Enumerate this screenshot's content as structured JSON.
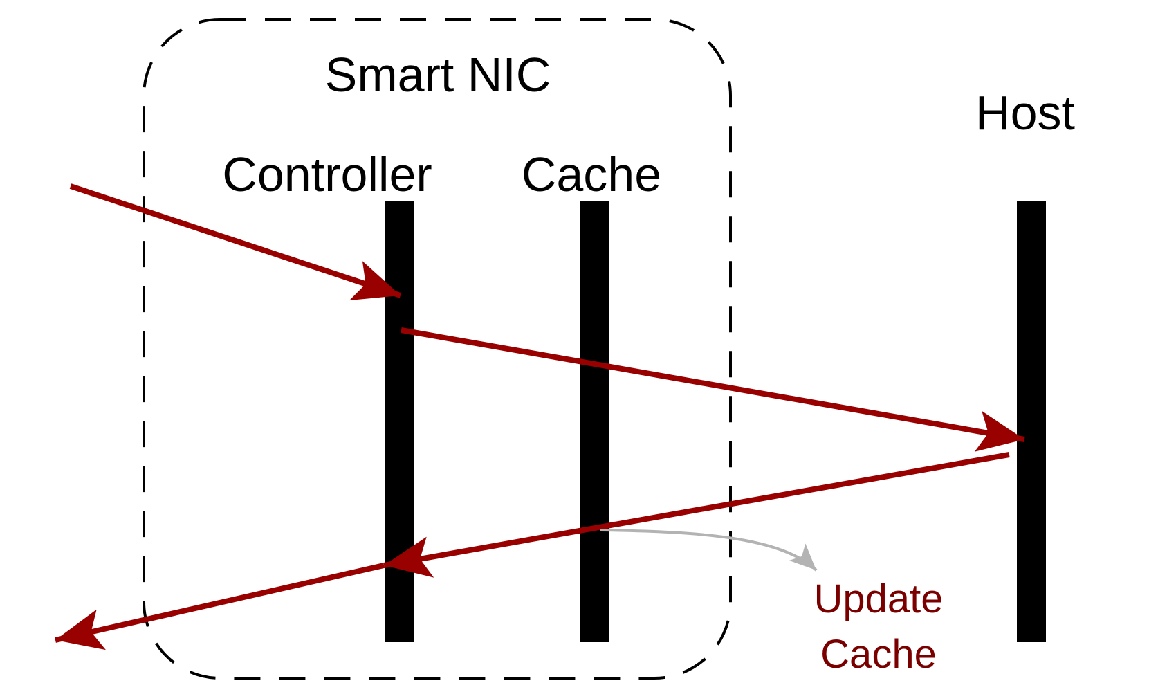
{
  "diagram": {
    "group_label": "Smart NIC",
    "lanes": {
      "controller": "Controller",
      "cache": "Cache",
      "host": "Host"
    },
    "annotation": {
      "line1": "Update",
      "line2": "Cache"
    }
  },
  "colors": {
    "arrow": "#990000",
    "annotation_text": "#7a0000",
    "annotation_arrow": "#b3b3b3",
    "lifeline": "#000000",
    "group_border": "#000000"
  }
}
